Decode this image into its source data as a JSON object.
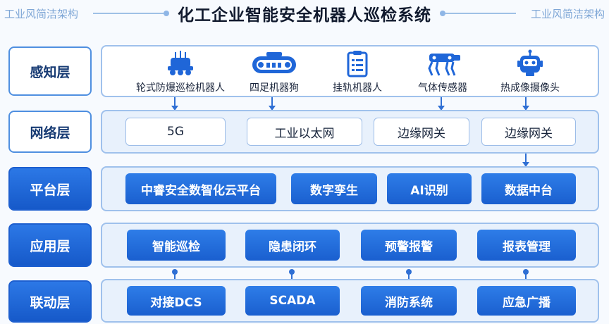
{
  "header": {
    "title": "化工企业智能安全机器人巡检系统",
    "side_left": "工业风简洁架构",
    "side_right": "工业风简洁架构"
  },
  "layers": {
    "perception": {
      "label": "感知层",
      "items": [
        {
          "label": "轮式防爆巡检机器人",
          "icon": "wheeled-robot-icon"
        },
        {
          "label": "四足机器狗",
          "icon": "tracked-robot-icon"
        },
        {
          "label": "挂轨机器人",
          "icon": "clipboard-icon"
        },
        {
          "label": "气体传感器",
          "icon": "quadruped-robot-icon"
        },
        {
          "label": "热成像摄像头",
          "icon": "robot-head-icon"
        }
      ]
    },
    "network": {
      "label": "网络层",
      "items": [
        "5G",
        "工业以太网",
        "边缘网关",
        "边缘网关"
      ]
    },
    "platform": {
      "label": "平台层",
      "items": [
        "中睿安全数智化云平台",
        "数字孪生",
        "AI识别",
        "数据中台"
      ]
    },
    "application": {
      "label": "应用层",
      "items": [
        "智能巡检",
        "隐患闭环",
        "预警报警",
        "报表管理"
      ]
    },
    "linkage": {
      "label": "联动层",
      "items": [
        "对接DCS",
        "SCADA",
        "消防系统",
        "应急广播"
      ]
    }
  },
  "colors": {
    "primary_blue": "#1f66d8",
    "panel_border": "#9fc1ec",
    "title_text": "#111a2e"
  }
}
